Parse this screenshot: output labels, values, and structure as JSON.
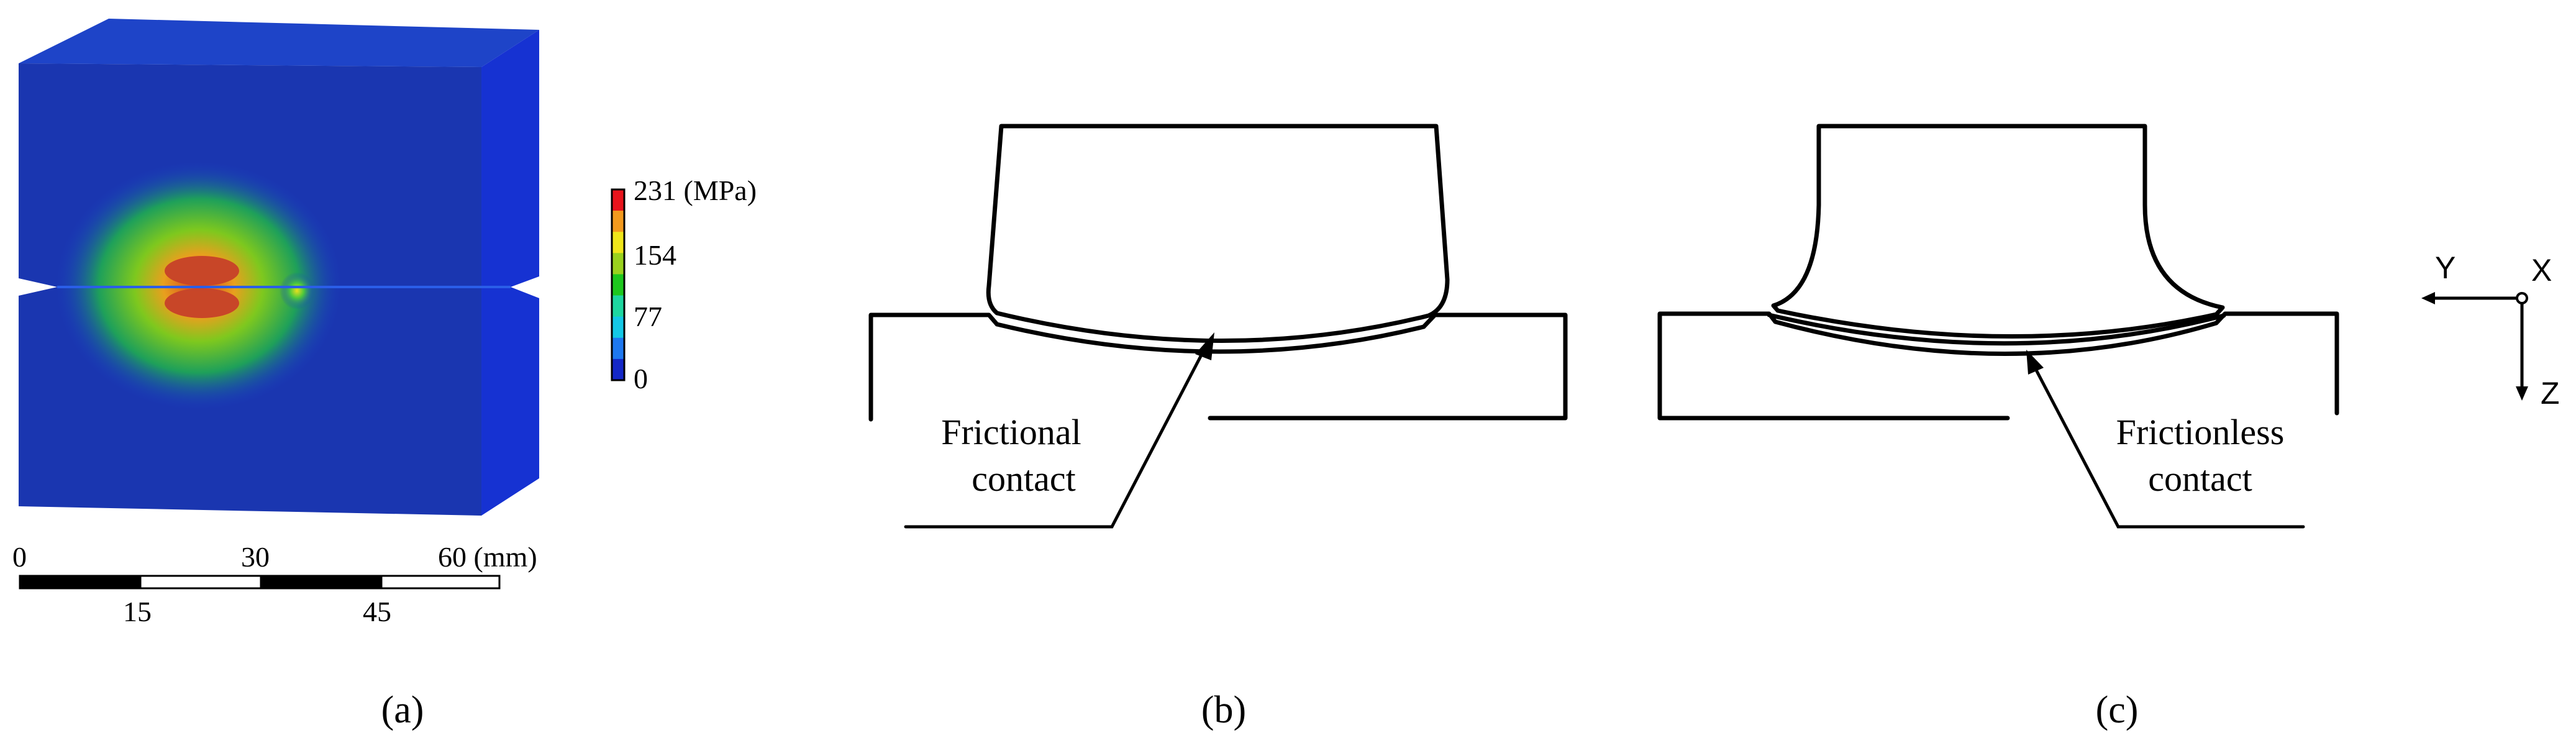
{
  "panel_a": {
    "legend": {
      "max_label": "231 (MPa)",
      "labels": [
        "154",
        "77",
        "0"
      ],
      "colors": [
        "#e8141c",
        "#f39a1e",
        "#f0e61a",
        "#9ad21e",
        "#1ec81e",
        "#1ed7a0",
        "#14c8e6",
        "#1e78f0",
        "#1428c8"
      ]
    },
    "scale_bar": {
      "top_labels": [
        "0",
        "30",
        "60 (mm)"
      ],
      "bottom_labels": [
        "15",
        "45"
      ]
    },
    "label": "(a)"
  },
  "panel_b": {
    "annotation": [
      "Frictional",
      "contact"
    ],
    "label": "(b)"
  },
  "panel_c": {
    "annotation": [
      "Frictionless",
      "contact"
    ],
    "label": "(c)"
  },
  "axes_triad": {
    "y_label": "Y",
    "x_label": "X",
    "z_label": "Z"
  }
}
